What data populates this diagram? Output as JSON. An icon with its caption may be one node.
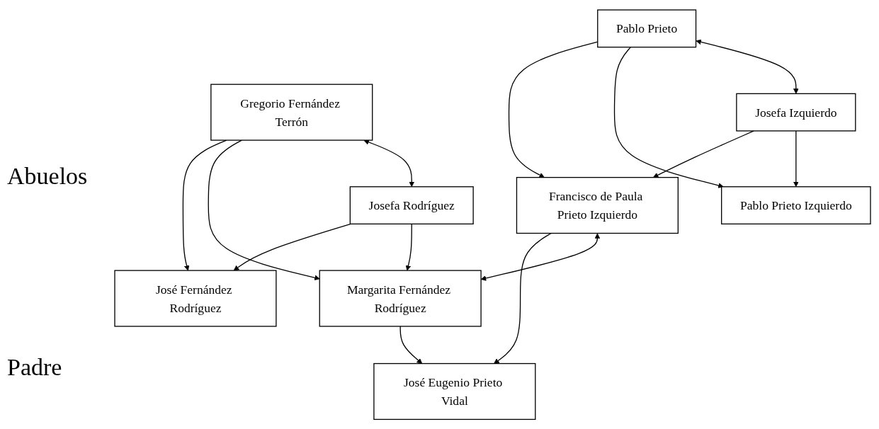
{
  "diagram": {
    "nodes": [
      {
        "text": [
          "Pablo Prieto"
        ]
      },
      {
        "text": [
          "Josefa Izquierdo"
        ]
      },
      {
        "text": [
          "Gregorio Fernández Terrón"
        ]
      },
      {
        "text": [
          "Josefa Rodríguez"
        ]
      },
      {
        "text": [
          "Pablo Prieto Izquierdo"
        ]
      },
      {
        "text": [
          "Francisco de Paula Prieto Izquierdo"
        ]
      },
      {
        "text": [
          "Margarita Fernández Rodríguez"
        ]
      },
      {
        "text": [
          "José Fernández Rodríguez"
        ]
      },
      {
        "text": [
          "José Eugenio Prieto Vidal"
        ]
      }
    ],
    "edges": [
      {
        "from": 0,
        "to": 1,
        "arrow": "both"
      },
      {
        "from": 0,
        "to": 4,
        "arrow": "to"
      },
      {
        "from": 1,
        "to": 4,
        "arrow": "to"
      },
      {
        "from": 0,
        "to": 5,
        "arrow": "to"
      },
      {
        "from": 1,
        "to": 5,
        "arrow": "to"
      },
      {
        "from": 2,
        "to": 3,
        "arrow": "both"
      },
      {
        "from": 2,
        "to": 6,
        "arrow": "to"
      },
      {
        "from": 3,
        "to": 6,
        "arrow": "to"
      },
      {
        "from": 2,
        "to": 7,
        "arrow": "to"
      },
      {
        "from": 3,
        "to": 7,
        "arrow": "to"
      },
      {
        "from": 5,
        "to": 6,
        "arrow": "both"
      },
      {
        "from": 5,
        "to": 8,
        "arrow": "to"
      },
      {
        "from": 6,
        "to": 8,
        "arrow": "to"
      }
    ],
    "labels": [
      "Abuelos",
      "Padre"
    ]
  }
}
